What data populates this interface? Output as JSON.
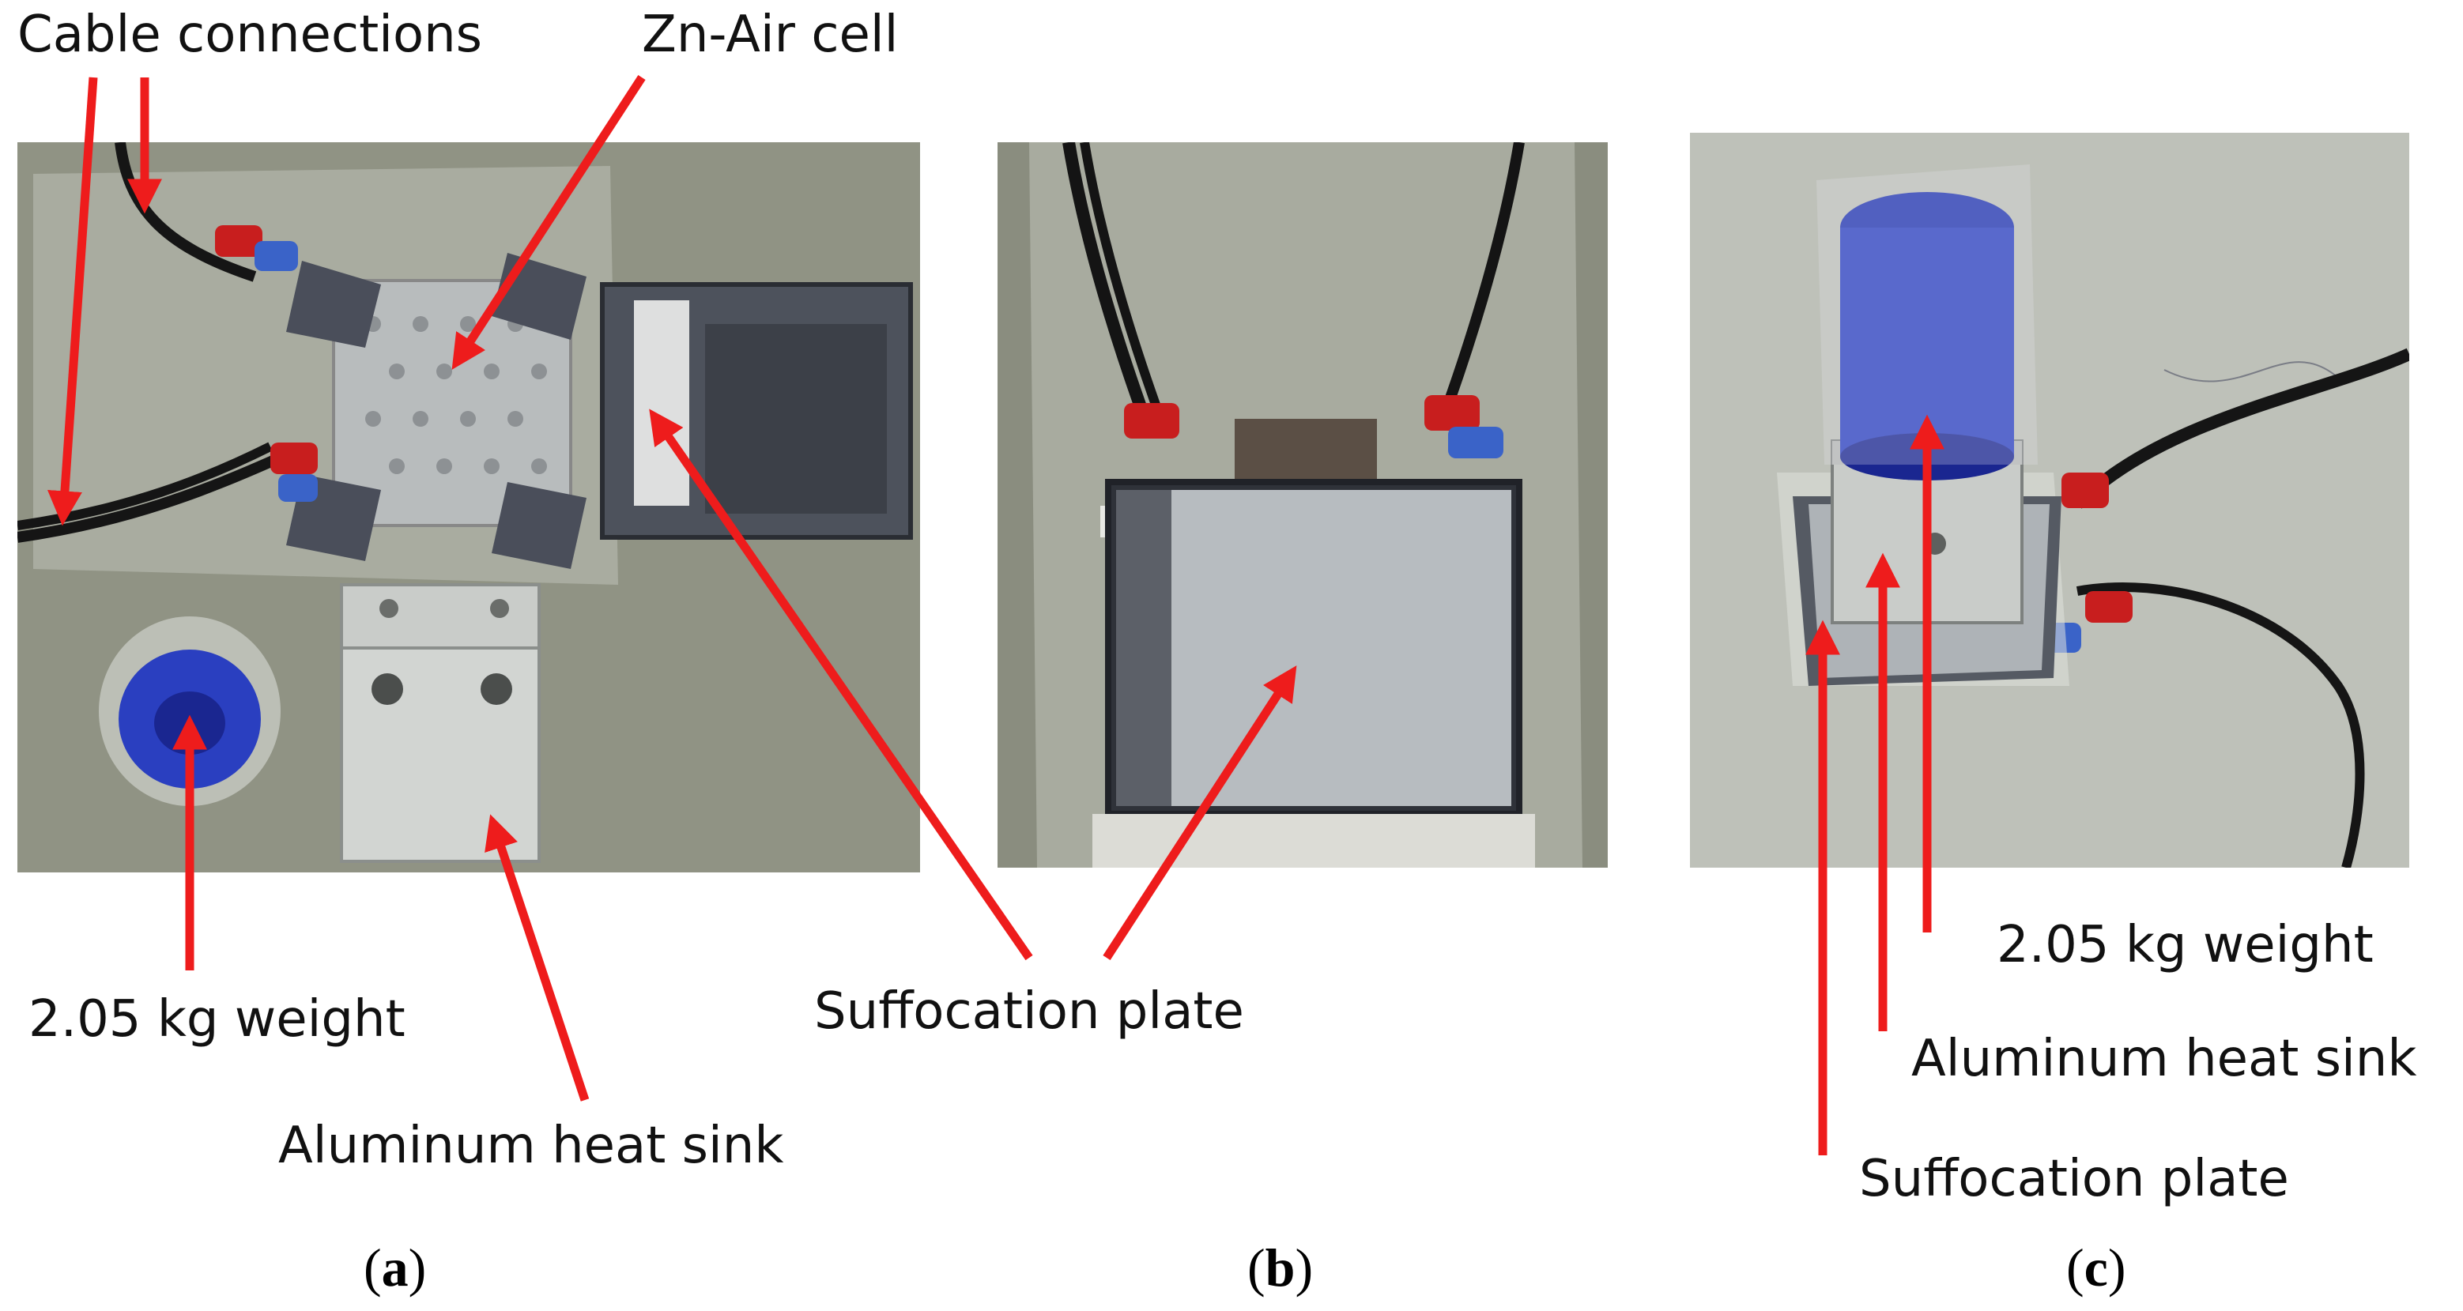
{
  "panels": {
    "a": {
      "caption_open": "(",
      "caption_letter": "a",
      "caption_close": ")",
      "labels": {
        "cable": "Cable connections",
        "cell": "Zn-Air cell",
        "weight": "2.05 kg weight",
        "heatsink": "Aluminum heat sink"
      }
    },
    "b": {
      "caption_open": "(",
      "caption_letter": "b",
      "caption_close": ")",
      "labels": {
        "plate": "Suffocation plate"
      }
    },
    "c": {
      "caption_open": "(",
      "caption_letter": "c",
      "caption_close": ")",
      "labels": {
        "weight": "2.05 kg weight",
        "heatsink": "Aluminum heat sink",
        "plate": "Suffocation plate"
      }
    }
  },
  "colors": {
    "arrow": "#ee1c1c",
    "background": "#8c8f80",
    "aluminum": "#c9ccc9",
    "weight_blue": "#2a3fc0",
    "tape": "#4a4e5a",
    "connector_red": "#c81e1e"
  },
  "icons": [
    "red-arrow-icon"
  ]
}
